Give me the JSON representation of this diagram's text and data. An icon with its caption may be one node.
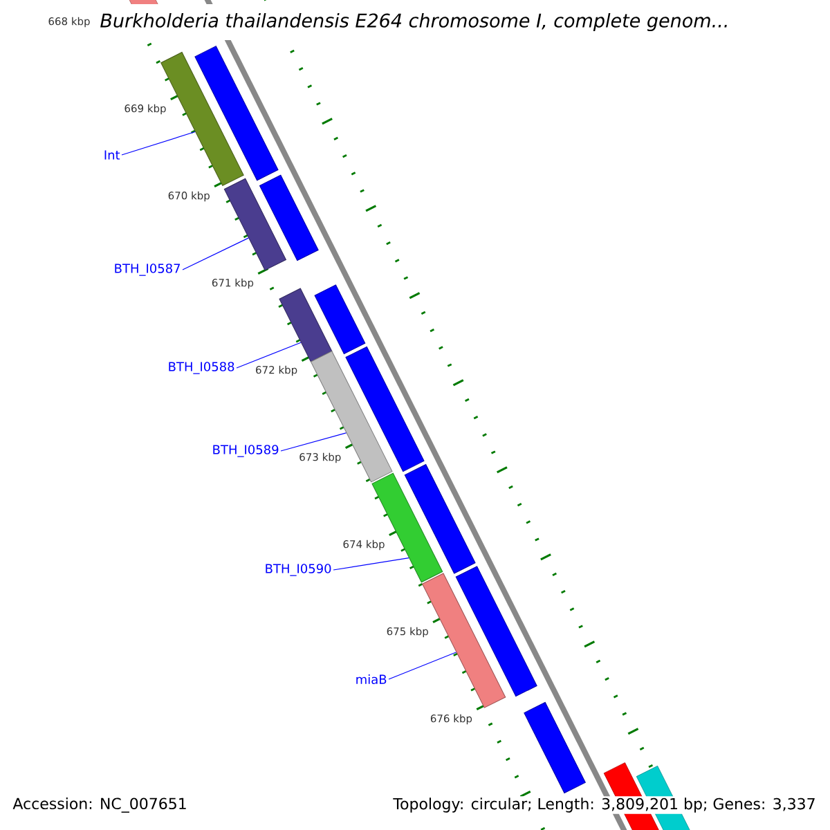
{
  "diagram": {
    "title": "Burkholderia thailandensis E264 chromosome I, complete genom...",
    "nodes": [
      {
        "text": [
          "Int"
        ]
      },
      {
        "text": [
          "BTH_I0587"
        ]
      },
      {
        "text": [
          "BTH_I0588"
        ]
      },
      {
        "text": [
          "BTH_I0589"
        ]
      },
      {
        "text": [
          "BTH_I0590"
        ]
      },
      {
        "text": [
          "miaB"
        ]
      },
      {
        "text": [],
        "shape": "bar"
      },
      {
        "text": [],
        "shape": "bar"
      },
      {
        "text": [],
        "shape": "bar"
      },
      {
        "text": [],
        "shape": "bar"
      },
      {
        "text": [],
        "shape": "bar"
      },
      {
        "text": [],
        "shape": "bar"
      },
      {
        "text": [],
        "shape": "bar"
      },
      {
        "text": [],
        "shape": "bar"
      },
      {
        "text": [],
        "shape": "bar"
      },
      {
        "text": [],
        "shape": "bar"
      },
      {
        "text": [],
        "shape": "bar"
      },
      {
        "text": [],
        "shape": "bar"
      },
      {
        "text": [],
        "shape": "bar"
      }
    ],
    "edges": [
      {
        "from": 0,
        "to": 6,
        "arrow": "none"
      },
      {
        "from": 1,
        "to": 7,
        "arrow": "none"
      },
      {
        "from": 2,
        "to": 8,
        "arrow": "none"
      },
      {
        "from": 3,
        "to": 9,
        "arrow": "none"
      },
      {
        "from": 4,
        "to": 10,
        "arrow": "none"
      },
      {
        "from": 5,
        "to": 11,
        "arrow": "none"
      }
    ],
    "labels": [
      "668 kbp",
      "669 kbp",
      "670 kbp",
      "671 kbp",
      "672 kbp",
      "673 kbp",
      "674 kbp",
      "675 kbp",
      "676 kbp",
      "Accession: NC_007651",
      "Topology: circular; Length: 3,809,201 bp; Genes: 3,337"
    ]
  }
}
